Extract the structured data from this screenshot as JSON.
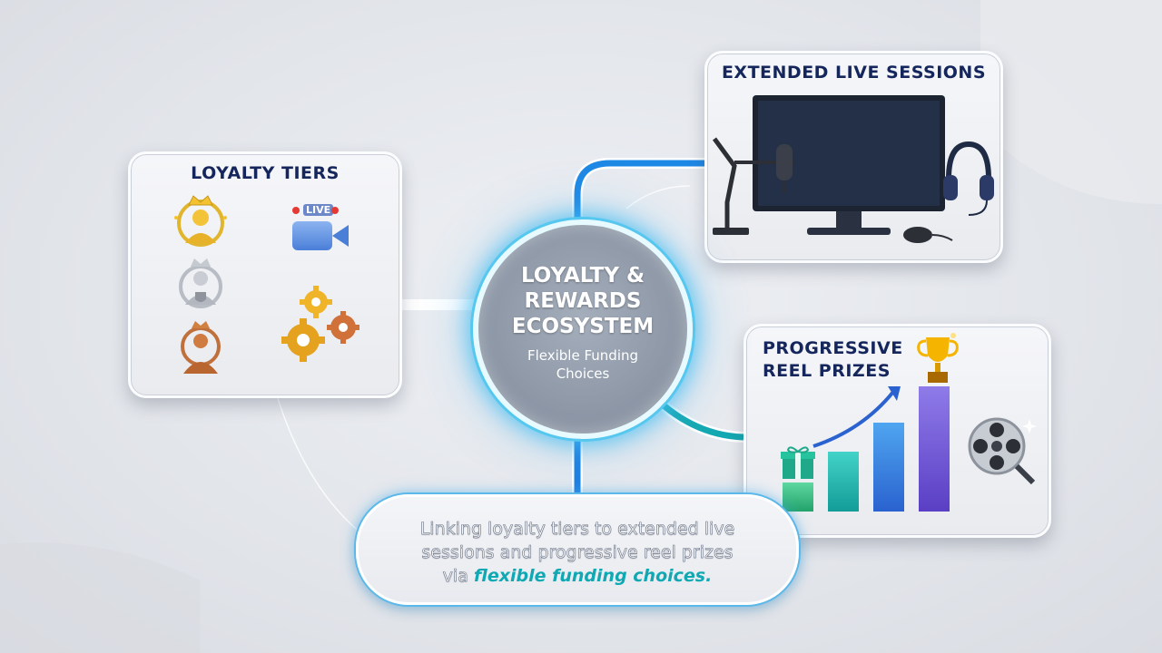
{
  "hub": {
    "title": "LOYALTY &\nREWARDS\nECOSYSTEM",
    "subtitle": "Flexible Funding\nChoices"
  },
  "loyalty_tiers": {
    "title": "LOYALTY TIERS",
    "icons": [
      "gold-tier-icon",
      "silver-tier-icon",
      "bronze-tier-icon",
      "live-video-icon",
      "gears-icon"
    ],
    "live_badge": "LIVE"
  },
  "live_sessions": {
    "title": "EXTENDED LIVE SESSIONS",
    "icons": [
      "monitor-waveform-icon",
      "microphone-icon",
      "headphones-icon",
      "mouse-icon"
    ]
  },
  "progressive_prizes": {
    "title": "PROGRESSIVE\nREEL PRIZES",
    "icons": [
      "gift-icon",
      "growth-bars-icon",
      "trophy-icon",
      "film-reel-icon"
    ]
  },
  "caption": {
    "line1": "Linking loyalty tiers to extended live",
    "line2": "sessions and progressive reel prizes",
    "line3_prefix": "via ",
    "line3_emphasis": "flexible funding choices."
  },
  "colors": {
    "connector_teal": "#1bb0b8",
    "connector_blue": "#1e88e5",
    "title_navy": "#14265c",
    "glow": "#56c8f0"
  }
}
